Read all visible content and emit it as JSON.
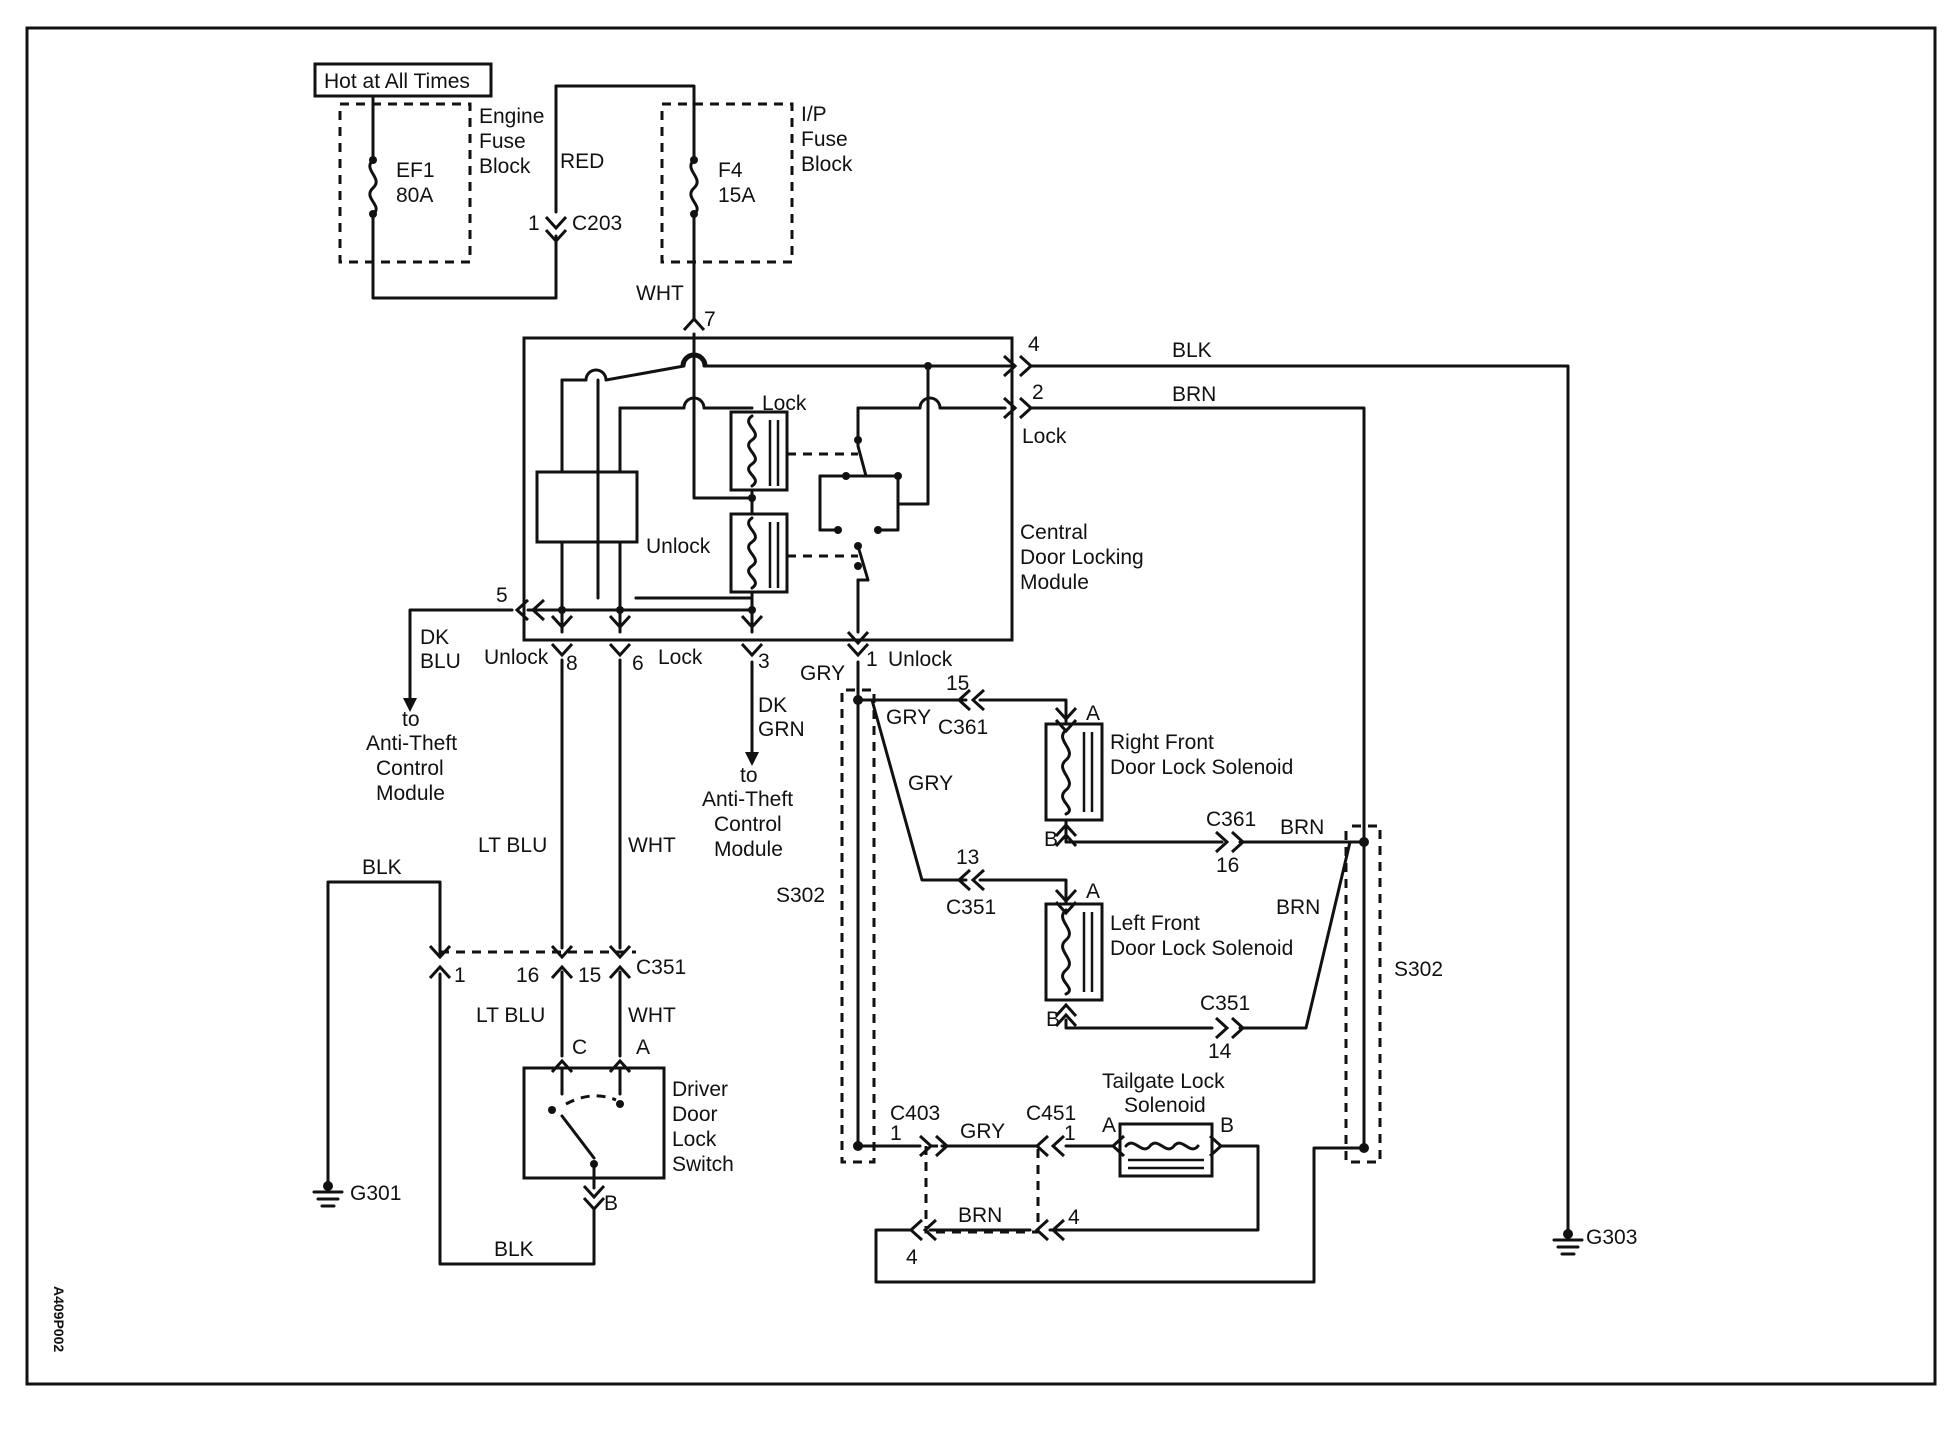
{
  "header": {
    "hot_label": "Hot at All Times"
  },
  "engine_fuse_block": {
    "label": [
      "Engine",
      "Fuse",
      "Block"
    ],
    "fuse_id": "EF1",
    "fuse_rating": "80A"
  },
  "ip_fuse_block": {
    "label": [
      "I/P",
      "Fuse",
      "Block"
    ],
    "fuse_id": "F4",
    "fuse_rating": "15A"
  },
  "connectors": {
    "c203": {
      "name": "C203",
      "pin": "1"
    },
    "c361_a": {
      "name": "C361",
      "pin": "15"
    },
    "c361_b": {
      "name": "C361",
      "pin": "16"
    },
    "c351_a": {
      "name": "C351",
      "pin": "13"
    },
    "c351_b": {
      "name": "C351",
      "pin": "14"
    },
    "c351_c": {
      "name": "C351",
      "pins": [
        "1",
        "16",
        "15"
      ]
    },
    "c403": {
      "name": "C403",
      "pins": [
        "1",
        "4"
      ]
    },
    "c451": {
      "name": "C451",
      "pins": [
        "1",
        "4"
      ]
    }
  },
  "wires": {
    "red": "RED",
    "wht_top": "WHT",
    "blk_out": "BLK",
    "brn_out": "BRN",
    "dk_blu": [
      "DK",
      "BLU"
    ],
    "dk_grn": [
      "DK",
      "GRN"
    ],
    "lt_blu_1": "LT BLU",
    "wht_1": "WHT",
    "lt_blu_2": "LT BLU",
    "wht_2": "WHT",
    "blk_left": "BLK",
    "blk_bottom": "BLK",
    "gry_1": "GRY",
    "gry_2": "GRY",
    "gry_3": "GRY",
    "gry_4": "GRY",
    "brn_1": "BRN",
    "brn_2": "BRN",
    "brn_3": "BRN"
  },
  "module": {
    "label": [
      "Central",
      "Door Locking",
      "Module"
    ],
    "relay_lock": "Lock",
    "relay_unlock": "Unlock",
    "out_lock": "Lock",
    "pins": {
      "p7": "7",
      "p4": "4",
      "p2": "2",
      "p5": "5",
      "p8": "8",
      "p6": "6",
      "p3": "3",
      "p1": "1"
    },
    "pin_labels": {
      "unlock_8": "Unlock",
      "lock_6": "Lock",
      "unlock_1": "Unlock"
    }
  },
  "anti_theft_1": [
    "to",
    "Anti-Theft",
    "Control",
    "Module"
  ],
  "anti_theft_2": [
    "to",
    "Anti-Theft",
    "Control",
    "Module"
  ],
  "rf_solenoid": {
    "label": [
      "Right Front",
      "Door Lock Solenoid"
    ],
    "pin_a": "A",
    "pin_b": "B"
  },
  "lf_solenoid": {
    "label": [
      "Left Front",
      "Door Lock Solenoid"
    ],
    "pin_a": "A",
    "pin_b": "B"
  },
  "tailgate_solenoid": {
    "label": [
      "Tailgate Lock",
      "Solenoid"
    ],
    "pin_a": "A",
    "pin_b": "B"
  },
  "driver_switch": {
    "label": [
      "Driver",
      "Door",
      "Lock",
      "Switch"
    ],
    "pin_c": "C",
    "pin_a": "A",
    "pin_b": "B"
  },
  "splices": {
    "left": "S302",
    "right": "S302"
  },
  "grounds": {
    "g301": "G301",
    "g303": "G303"
  },
  "figure_code": "A409P002"
}
